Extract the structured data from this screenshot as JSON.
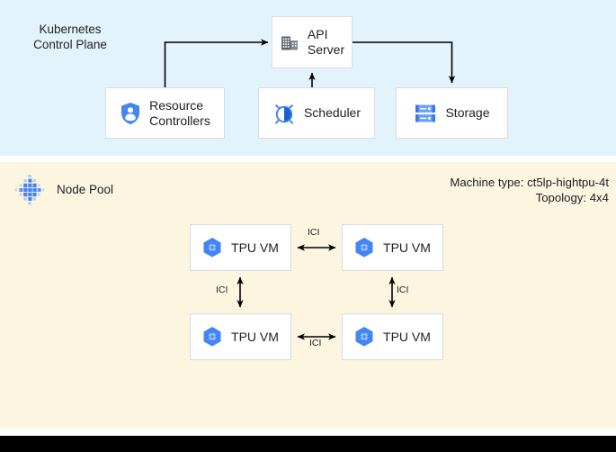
{
  "diagram": {
    "title_control_plane": "Kubernetes\nControl Plane",
    "node_pool_label": "Node Pool",
    "machine_type_line": "Machine type: ct5lp-hightpu-4t",
    "topology_line": "Topology: 4x4"
  },
  "colors": {
    "control_plane_bg": "#e2f3fc",
    "node_pool_bg": "#fcf5e0",
    "box_bg": "#ffffff",
    "box_border": "#dadce0",
    "accent_blue": "#4285f4",
    "icon_gray": "#5f6368",
    "text": "#202124",
    "bottom_bar": "#000000"
  },
  "control_plane": {
    "boxes": [
      {
        "id": "api-server",
        "label": "API\nServer",
        "icon": "building-icon"
      },
      {
        "id": "resource-controllers",
        "label": "Resource\nControllers",
        "icon": "shield-person-icon"
      },
      {
        "id": "scheduler",
        "label": "Scheduler",
        "icon": "alarm-clock-icon"
      },
      {
        "id": "storage",
        "label": "Storage",
        "icon": "storage-drives-icon"
      }
    ],
    "connections": [
      {
        "from": "resource-controllers",
        "to": "api-server",
        "direction": "one-way"
      },
      {
        "from": "scheduler",
        "to": "api-server",
        "direction": "one-way"
      },
      {
        "from": "api-server",
        "to": "storage",
        "direction": "one-way"
      }
    ]
  },
  "node_pool": {
    "icon": "dot-matrix-icon",
    "tpu_vms": [
      {
        "id": "tpu-vm-0",
        "label": "TPU VM",
        "icon": "tpu-hexagon-icon"
      },
      {
        "id": "tpu-vm-1",
        "label": "TPU VM",
        "icon": "tpu-hexagon-icon"
      },
      {
        "id": "tpu-vm-2",
        "label": "TPU VM",
        "icon": "tpu-hexagon-icon"
      },
      {
        "id": "tpu-vm-3",
        "label": "TPU VM",
        "icon": "tpu-hexagon-icon"
      }
    ],
    "interconnects": [
      {
        "id": "ici-top",
        "label": "ICI",
        "between": [
          "tpu-vm-0",
          "tpu-vm-1"
        ],
        "orientation": "horizontal"
      },
      {
        "id": "ici-bottom",
        "label": "ICI",
        "between": [
          "tpu-vm-2",
          "tpu-vm-3"
        ],
        "orientation": "horizontal"
      },
      {
        "id": "ici-left",
        "label": "ICI",
        "between": [
          "tpu-vm-0",
          "tpu-vm-2"
        ],
        "orientation": "vertical"
      },
      {
        "id": "ici-right",
        "label": "ICI",
        "between": [
          "tpu-vm-1",
          "tpu-vm-3"
        ],
        "orientation": "vertical"
      }
    ]
  }
}
